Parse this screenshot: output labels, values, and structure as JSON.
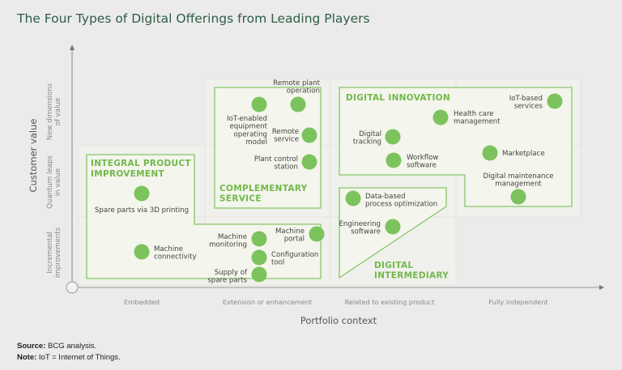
{
  "title": "The Four Types of Digital Offerings from Leading Players",
  "y_axis": {
    "label": "Customer value",
    "levels": [
      {
        "lines": [
          "New dimensions",
          "of value"
        ]
      },
      {
        "lines": [
          "Quantum leaps",
          "in value"
        ]
      },
      {
        "lines": [
          "Incremental",
          "improvements"
        ]
      }
    ]
  },
  "x_axis": {
    "label": "Portfolio context",
    "levels": [
      "Embedded",
      "Extension or enhancement",
      "Related to existing product",
      "Fully independent"
    ]
  },
  "categories": {
    "integral": [
      "INTEGRAL PRODUCT",
      "IMPROVEMENT"
    ],
    "complementary": [
      "COMPLEMENTARY",
      "SERVICE"
    ],
    "innovation": [
      "DIGITAL INNOVATION"
    ],
    "intermediary": [
      "DIGITAL",
      "INTERMEDIARY"
    ]
  },
  "offerings": {
    "remote_plant": [
      "Remote plant",
      "operation"
    ],
    "iot_equipment": [
      "IoT-enabled",
      "equipment",
      "operating",
      "model"
    ],
    "remote_service": [
      "Remote",
      "service"
    ],
    "plant_control": [
      "Plant control",
      "station"
    ],
    "spare_parts_3d": [
      "Spare parts via 3D printing"
    ],
    "machine_connectivity": [
      "Machine",
      "connectivity"
    ],
    "machine_monitoring": [
      "Machine",
      "monitoring"
    ],
    "machine_portal": [
      "Machine",
      "portal"
    ],
    "configuration_tool": [
      "Configuration",
      "tool"
    ],
    "supply_spare_parts": [
      "Supply of",
      "spare parts"
    ],
    "iot_services": [
      "IoT-based",
      "services"
    ],
    "health_care": [
      "Health care",
      "management"
    ],
    "digital_tracking": [
      "Digital",
      "tracking"
    ],
    "workflow": [
      "Workflow",
      "software"
    ],
    "marketplace": [
      "Marketplace"
    ],
    "digital_maintenance": [
      "Digital maintenance",
      "management"
    ],
    "data_process": [
      "Data-based",
      "process optimization"
    ],
    "engineering": [
      "Engineering",
      "software"
    ]
  },
  "footer": {
    "source_label": "Source:",
    "source_text": " BCG analysis.",
    "note_label": "Note:",
    "note_text": " IoT = Internet of Things."
  },
  "colors": {
    "accent": "#72b84c",
    "dot": "#7cc35e",
    "title": "#2e5e47"
  }
}
